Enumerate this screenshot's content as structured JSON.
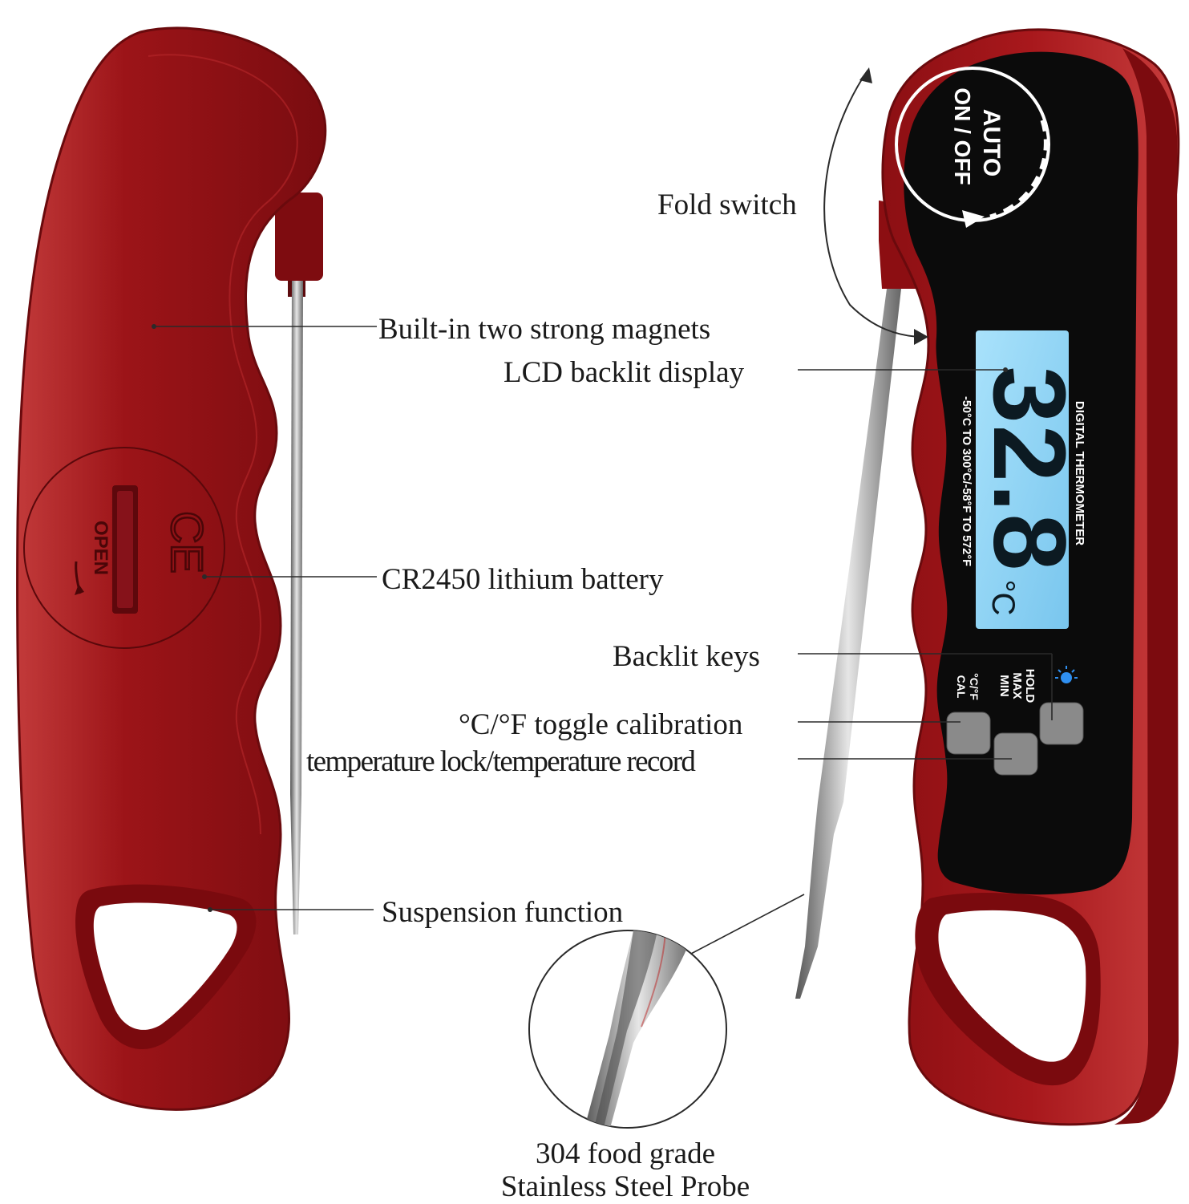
{
  "labels": {
    "fold_switch": "Fold switch",
    "magnets": "Built-in two strong magnets",
    "lcd": "LCD backlit display",
    "battery": "CR2450  lithium battery",
    "backlit_keys": "Backlit keys",
    "toggle": "°C/°F toggle calibration",
    "lock_record": "temperature lock/temperature record",
    "suspension": "Suspension function",
    "probe_line1": "304 food grade",
    "probe_line2": "Stainless Steel Probe"
  },
  "device": {
    "auto_label": "AUTO",
    "onoff_label": "ON / OFF",
    "brand_label": "DIGITAL THERMOMETER",
    "range_label": "-50°C TO 300°C/-58°F TO 572°F",
    "reading": "32.8",
    "unit": "°C",
    "key_hold": "HOLD",
    "key_max": "MAX",
    "key_min": "MIN",
    "key_cf": "°C/°F",
    "key_cal": "CAL",
    "open_label": "OPEN",
    "ce_mark": "CE"
  },
  "colors": {
    "body_red": "#a0161a",
    "dark_red": "#6e0c10",
    "lcd_blue": "#8fd3f4",
    "panel_black": "#0b0b0b",
    "key_gray": "#8a8a8a"
  }
}
